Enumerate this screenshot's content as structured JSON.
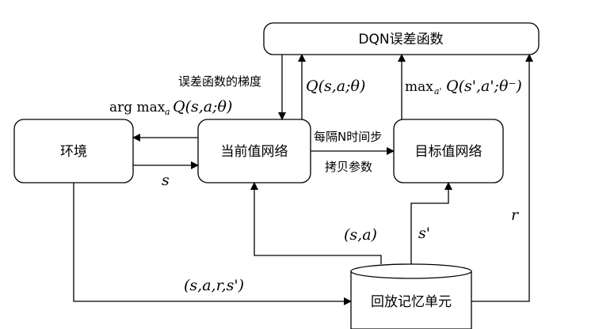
{
  "nodes": {
    "loss": "DQN误差函数",
    "env": "环境",
    "current_net": "当前值网络",
    "target_net": "目标值网络",
    "replay_memory": "回放记忆单元"
  },
  "edges": {
    "gradient": "误差函数的梯度",
    "q_current": "Q(s,a;θ)",
    "q_target_max": "max",
    "q_target_sub": "a'",
    "q_target_expr": "Q(s',a';θ⁻)",
    "action_argmax": "arg max",
    "action_sub": "a",
    "action_expr": "Q(s,a;θ)",
    "state": "s",
    "copy_every": "每隔N时间步",
    "copy_params": "拷贝参数",
    "sample_sa": "(s,a)",
    "sample_next": "s'",
    "reward": "r",
    "transition": "(s,a,r,s')"
  }
}
